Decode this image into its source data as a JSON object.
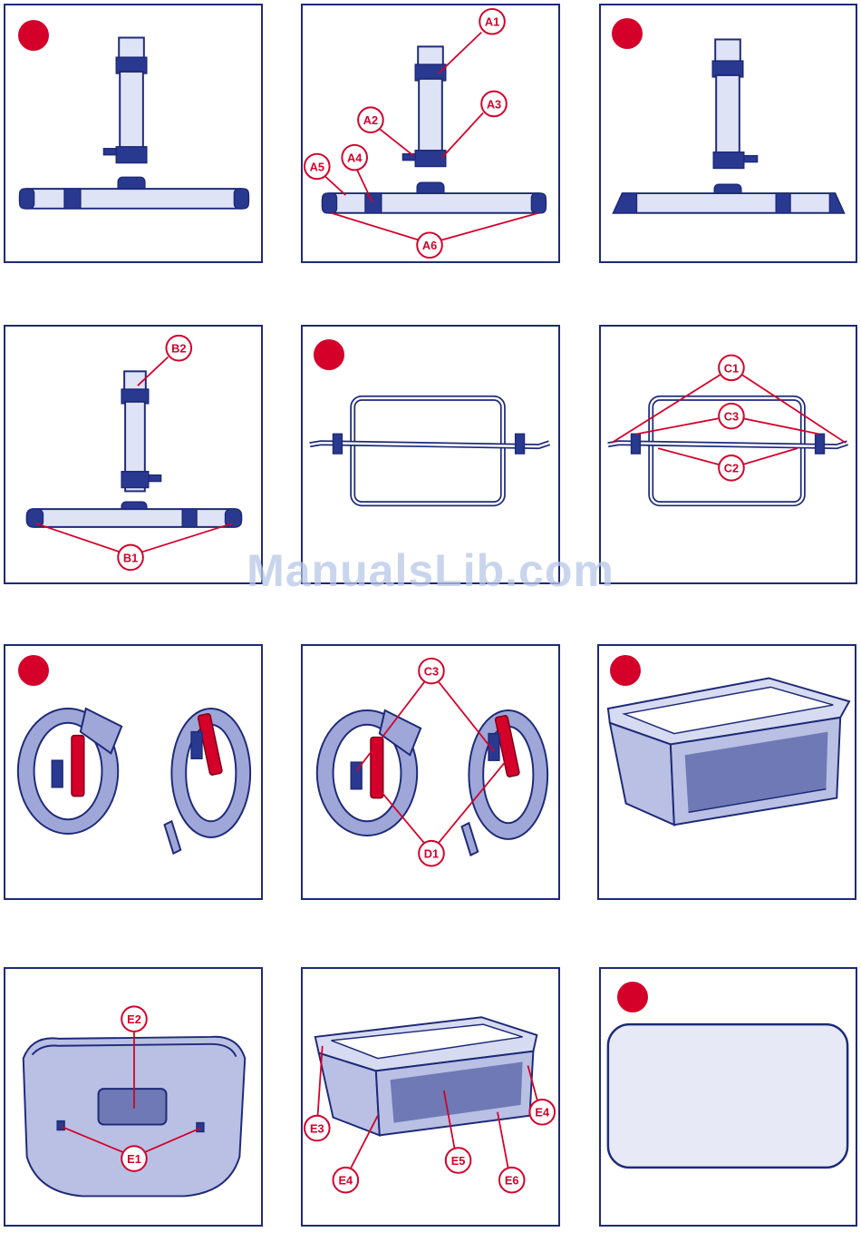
{
  "watermark": "ManualsLib.com",
  "callouts": {
    "a1": "A1",
    "a2": "A2",
    "a3": "A3",
    "a4": "A4",
    "a5": "A5",
    "a6": "A6",
    "b1": "B1",
    "b2": "B2",
    "c1": "C1",
    "c2": "C2",
    "c3": "C3",
    "d1": "D1",
    "e1": "E1",
    "e2": "E2",
    "e3": "E3",
    "e4": "E4",
    "e5": "E5",
    "e6": "E6"
  },
  "colors": {
    "accent": "#d4002a",
    "ink": "#1e2a78",
    "fabric": "#b9c0e4"
  }
}
